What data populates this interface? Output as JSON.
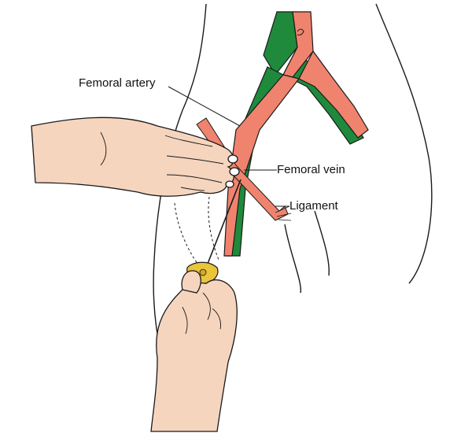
{
  "labels": {
    "femoral_artery": "Femoral artery",
    "femoral_vein": "Femoral vein",
    "ligament": "Ligament"
  },
  "colors": {
    "artery": "#f0836e",
    "vein": "#1f8a3c",
    "skin": "#f6d5bf",
    "outline": "#1a1a1a",
    "catheter_hub": "#e8c53a"
  }
}
